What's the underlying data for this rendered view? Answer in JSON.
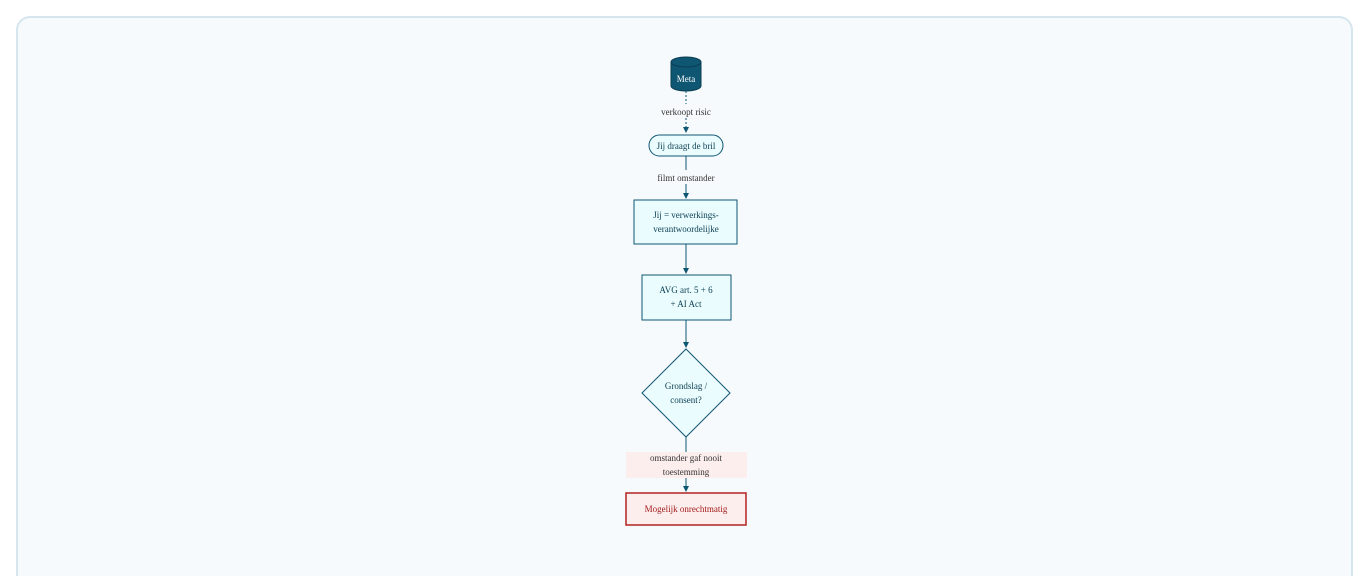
{
  "diagram": {
    "nodes": {
      "meta": {
        "label": "Meta",
        "shape": "cylinder",
        "color": "#0f5673"
      },
      "wearer": {
        "label": "Jij draagt de bril",
        "shape": "rounded"
      },
      "controller": {
        "label_lines": [
          "Jij = verwerkings-",
          "verantwoordelijke"
        ],
        "shape": "rect"
      },
      "law": {
        "label_lines": [
          "AVG art. 5 + 6",
          "+ AI Act"
        ],
        "shape": "rect"
      },
      "decision": {
        "label_lines": [
          "Grondslag /",
          "consent?"
        ],
        "shape": "diamond"
      },
      "result": {
        "label": "Mogelijk onrechtmatig",
        "shape": "rect",
        "color": "#b22222"
      }
    },
    "edges": {
      "e1": {
        "label": "verkoopt risic",
        "style": "dotted"
      },
      "e2": {
        "label": "filmt omstander",
        "style": "solid"
      },
      "e3": {
        "label": "",
        "style": "solid"
      },
      "e4": {
        "label": "",
        "style": "solid"
      },
      "e5": {
        "label_lines": [
          "omstander gaf nooit",
          "toestemming"
        ],
        "style": "solid"
      }
    },
    "colors": {
      "node_fill": "#eafcfd",
      "node_stroke": "#0f5673",
      "edge": "#0f5673",
      "result_fill": "#fdeeee",
      "edge_label_bg": "#fdeeee"
    }
  }
}
